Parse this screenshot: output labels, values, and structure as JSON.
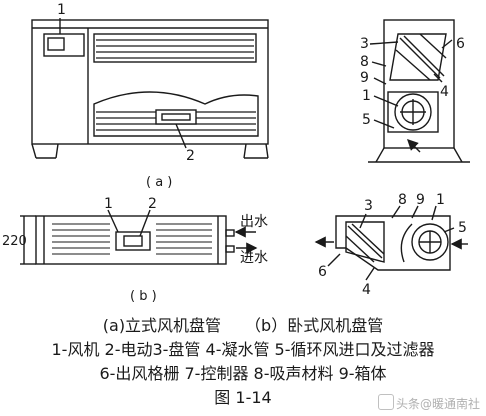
{
  "callouts": {
    "a_fan": "1",
    "a_motor": "2",
    "b_fan": "1",
    "b_motor": "2",
    "c_3": "3",
    "c_6": "6",
    "c_8": "8",
    "c_9": "9",
    "c_4": "4",
    "c_1": "1",
    "c_5": "5",
    "d_3": "3",
    "d_8": "8",
    "d_9": "9",
    "d_1": "1",
    "d_5": "5",
    "d_6": "6",
    "d_4": "4"
  },
  "labels": {
    "sub_a": "( a )",
    "sub_b": "( b )",
    "dim_220": "220",
    "water_out": "出水",
    "water_in": "进水"
  },
  "caption": {
    "subtitles": "(a)立式风机盘管　　（b）卧式风机盘管",
    "legend_line1": "1-风机 2-电动3-盘管 4-凝水管 5-循环风进口及过滤器",
    "legend_line2": "6-出风格栅 7-控制器 8-吸声材料 9-箱体",
    "figure_no": "图 1-14"
  },
  "watermark": "头条@暖通南社"
}
